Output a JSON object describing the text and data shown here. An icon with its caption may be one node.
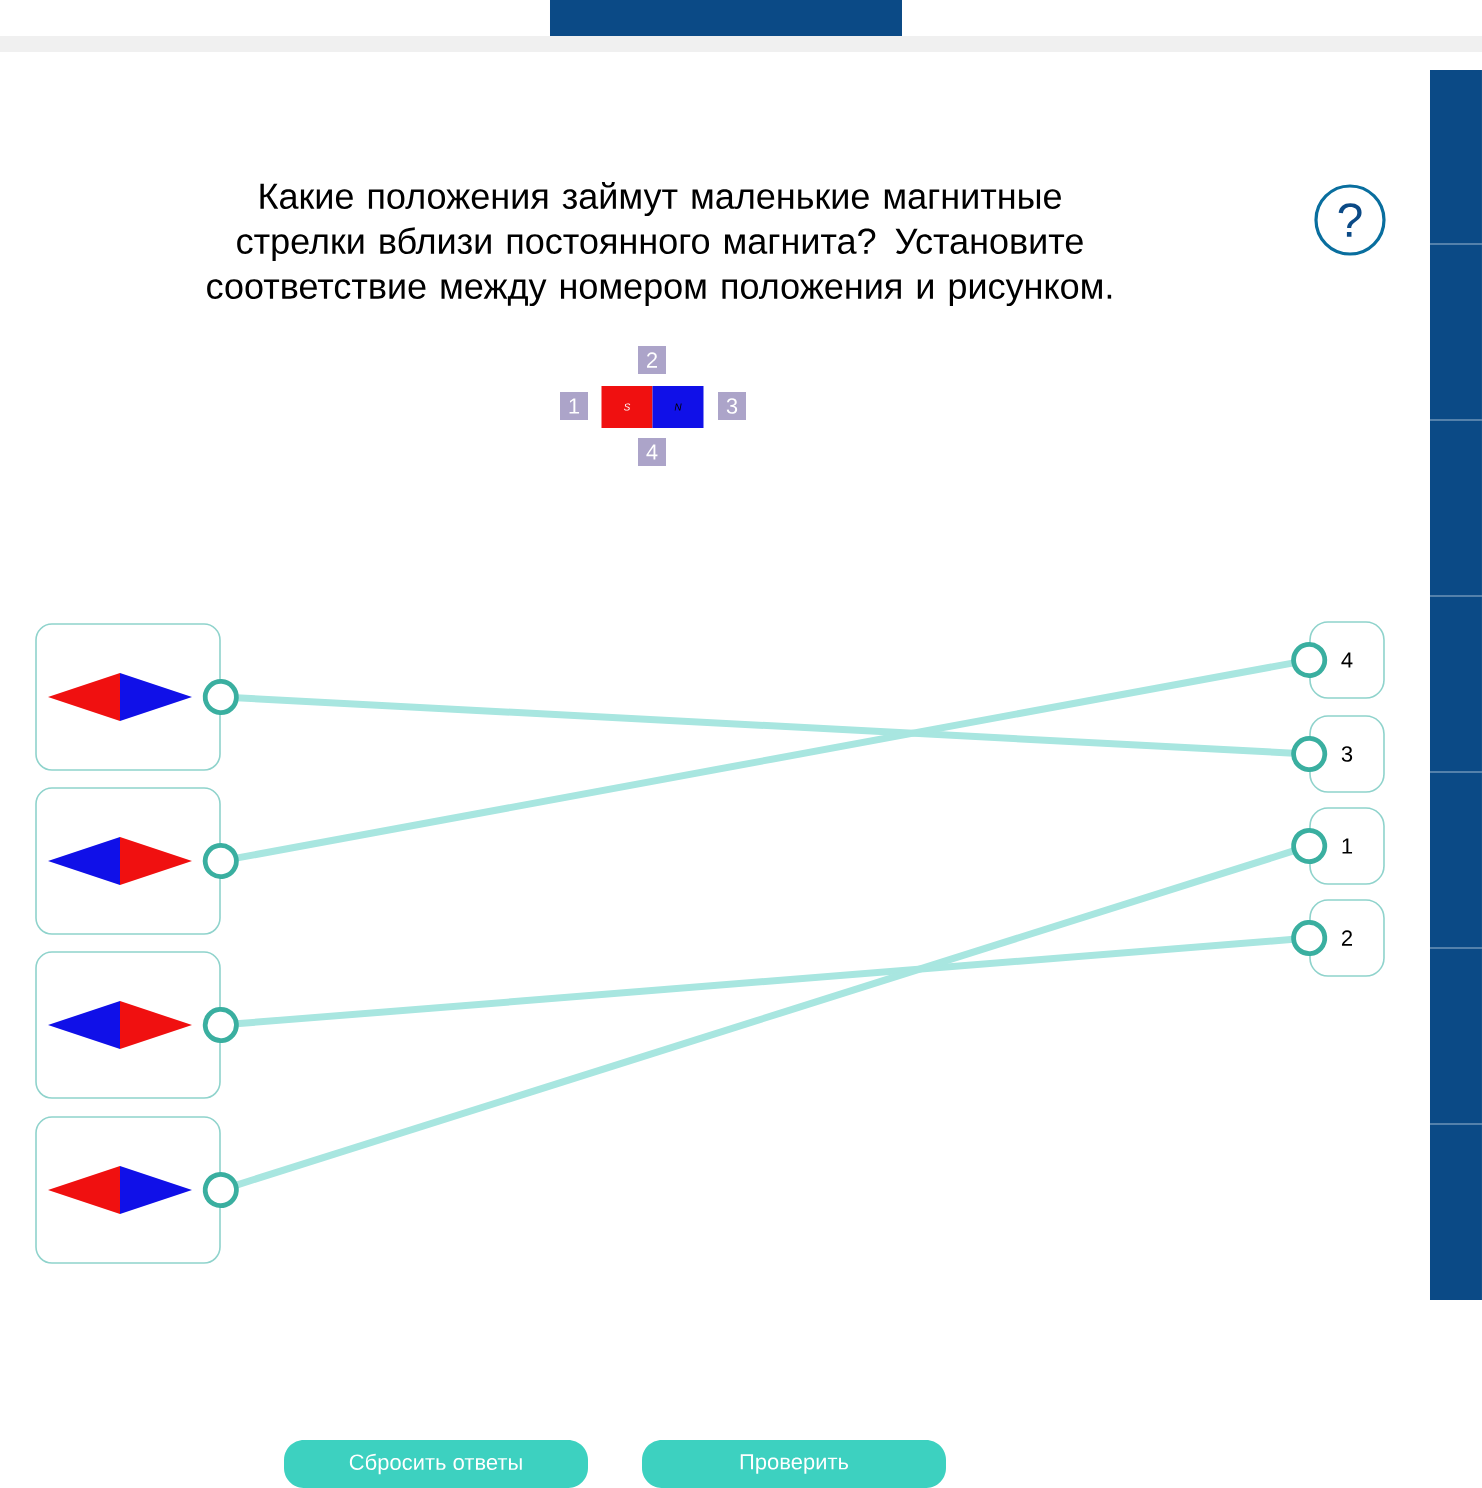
{
  "diagram": {
    "title": "Какие положения займут маленькие магнитные стрелки вблизи постоянного магнита? Установите соответствие между номером положения и рисунком.",
    "nodes": [
      {
        "text": [
          "2"
        ]
      },
      {
        "text": [
          "1"
        ]
      },
      {
        "text": [
          "S"
        ]
      },
      {
        "text": [
          "N"
        ]
      },
      {
        "text": [
          "3"
        ]
      },
      {
        "text": [
          "4"
        ]
      },
      {
        "text": [],
        "shape": "picture"
      },
      {
        "text": [],
        "shape": "picture"
      },
      {
        "text": [],
        "shape": "picture"
      },
      {
        "text": [],
        "shape": "picture"
      },
      {
        "text": [
          "4"
        ]
      },
      {
        "text": [
          "3"
        ]
      },
      {
        "text": [
          "1"
        ]
      },
      {
        "text": [
          "2"
        ]
      }
    ],
    "edges": [
      {
        "from": 6,
        "to": 11,
        "arrow": "other"
      },
      {
        "from": 7,
        "to": 10,
        "arrow": "other"
      },
      {
        "from": 8,
        "to": 13,
        "arrow": "other"
      },
      {
        "from": 9,
        "to": 12,
        "arrow": "other"
      }
    ],
    "labels": [
      "?",
      "Сбросить ответы",
      "Проверить"
    ]
  }
}
